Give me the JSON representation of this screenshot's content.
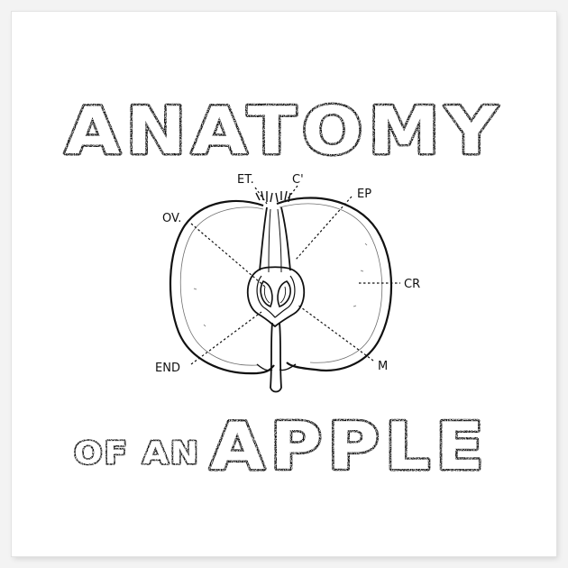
{
  "title": "ANATOMY",
  "subtitle_small": "OF AN",
  "subtitle_large": "APPLE",
  "labels": {
    "et": "ET.",
    "c": "C'",
    "ov": "OV.",
    "ep": "EP",
    "cr": "CR",
    "end": "END",
    "m": "M"
  },
  "colors": {
    "ink": "#111111",
    "background": "#ffffff",
    "surround": "#f3f3f3"
  }
}
